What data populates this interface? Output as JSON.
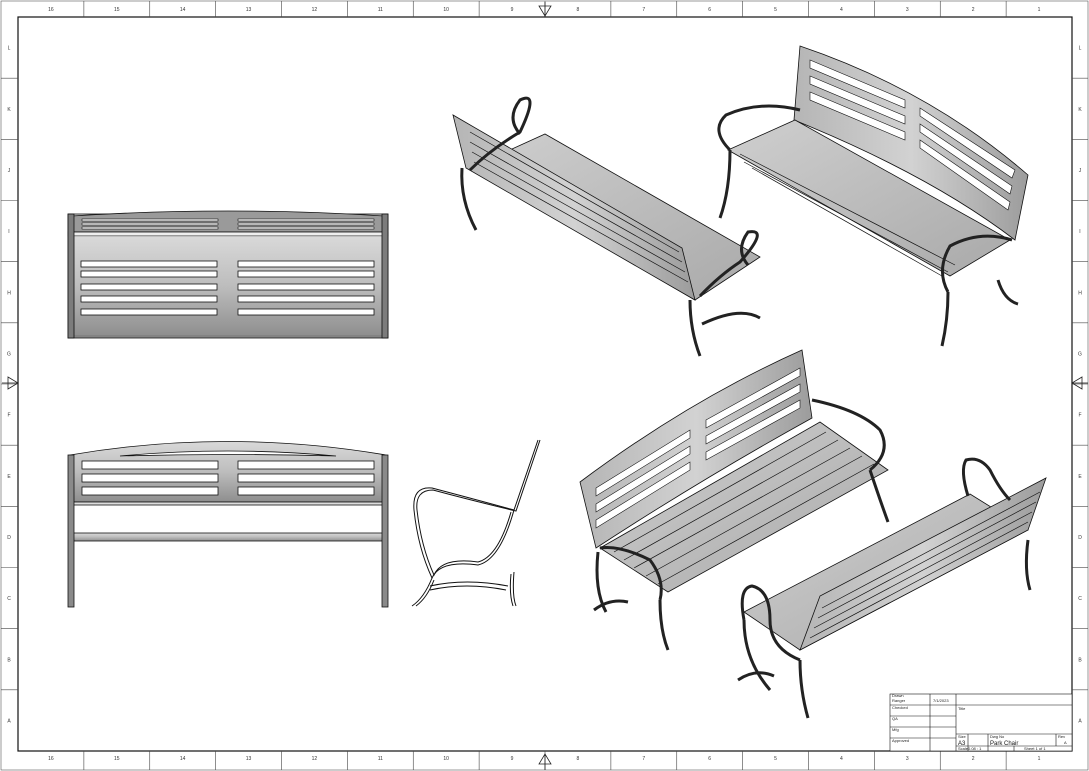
{
  "sheet": {
    "columns": [
      "16",
      "15",
      "14",
      "13",
      "12",
      "11",
      "10",
      "9",
      "8",
      "7",
      "6",
      "5",
      "4",
      "3",
      "2",
      "1"
    ],
    "rows": [
      "L",
      "K",
      "J",
      "I",
      "H",
      "G",
      "F",
      "E",
      "D",
      "C",
      "B",
      "A"
    ]
  },
  "title_block": {
    "drawn_label": "Drawn",
    "drawn_by": "Ranger",
    "drawn_date": "7/1/2023",
    "checked_label": "Checked",
    "qa_label": "QA",
    "mfg_label": "Mfg",
    "approved_label": "Approved",
    "title_label": "Title",
    "size_label": "Size",
    "size_value": "A3",
    "dwg_label": "Dwg No",
    "dwg_value": "Park Chair",
    "rev_label": "Rev",
    "rev_value": "A",
    "scale_label": "Scale",
    "scale_value": "0.08 : 1",
    "sheet_value": "Sheet 1 of 1"
  }
}
